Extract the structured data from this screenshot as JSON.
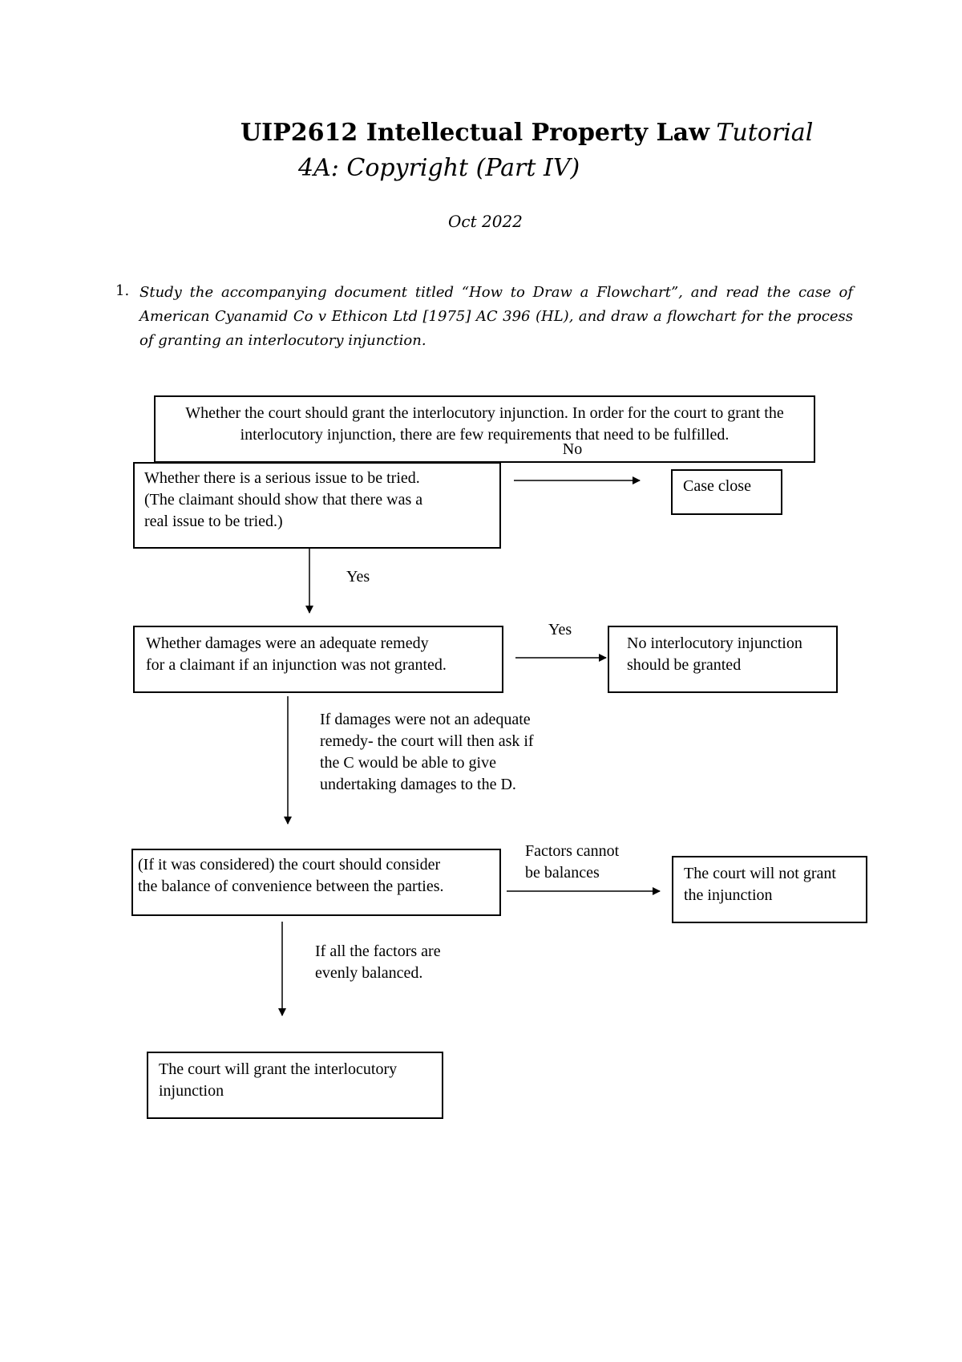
{
  "header": {
    "title_bold": "UIP2612 Intellectual Property Law",
    "title_italic": "Tutorial",
    "subtitle": "4A: Copyright (Part IV)",
    "date": "Oct 2022"
  },
  "question": {
    "number": "1.",
    "text": "Study the accompanying document titled “How to Draw a Flowchart”, and read the case of American Cyanamid Co v Ethicon Ltd [1975] AC 396 (HL), and draw a flowchart for the process of granting an interlocutory injunction."
  },
  "flowchart": {
    "box_start": "Whether the court should grant the interlocutory injunction. In order for the court to grant the interlocutory injunction, there are few requirements that need to be fulfilled.",
    "box_serious_issue": "Whether there is a serious issue to be tried.\n(The claimant should show that there was a\nreal issue to be tried.)",
    "box_case_close": "Case close",
    "box_damages": "Whether damages were an adequate remedy\nfor a claimant if an injunction was not granted.",
    "box_no_injunction": "No interlocutory injunction\nshould be granted",
    "box_balance": "(If it was considered) the court should consider\nthe balance of convenience between the parties.",
    "box_not_grant": "The court will not grant\nthe injunction",
    "box_grant": "The court will grant the interlocutory\ninjunction",
    "label_no": "No",
    "label_yes_1": "Yes",
    "label_yes_2": "Yes",
    "label_not_adequate": "If damages were not an adequate\nremedy- the court will then ask if\nthe C would be able to give\nundertaking damages to the D.",
    "label_factors_cannot": "Factors cannot\nbe balances",
    "label_evenly": "If all the factors are\nevenly balanced."
  }
}
